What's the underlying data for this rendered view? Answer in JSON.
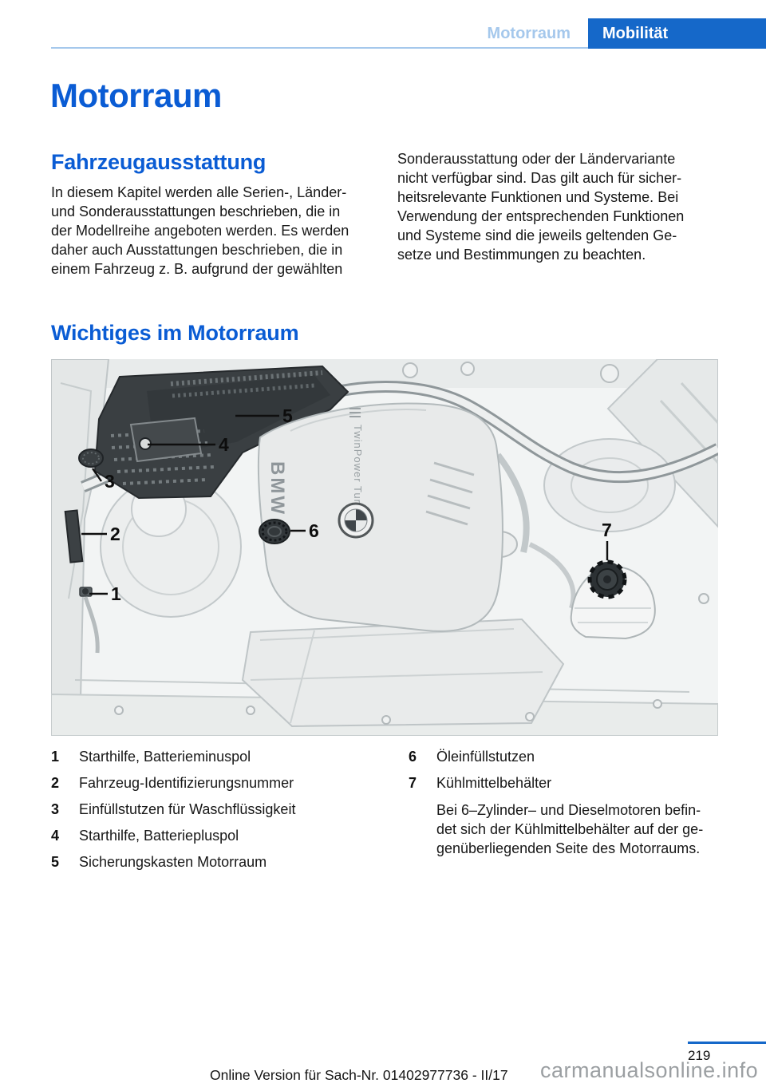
{
  "colors": {
    "accent_blue": "#1568c9",
    "heading_blue": "#0a5cd4",
    "light_blue": "#a5c8ec",
    "watermark_gray": "#9b9fa2"
  },
  "header": {
    "tab_inactive": "Motorraum",
    "tab_active": "Mobilität"
  },
  "title": "Motorraum",
  "equipment_section": {
    "heading": "Fahrzeugausstattung",
    "left_lines": [
      "In diesem Kapitel werden alle Serien-, Länder-",
      "und Sonderausstattungen beschrieben, die in",
      "der Modellreihe angeboten werden. Es werden",
      "daher auch Ausstattungen beschrieben, die in",
      "einem Fahrzeug z. B. aufgrund der gewählten"
    ],
    "right_lines": [
      "Sonderausstattung oder der Ländervariante",
      "nicht verfügbar sind. Das gilt auch für sicher-",
      "heitsrelevante Funktionen und Systeme. Bei",
      "Verwendung der entsprechenden Funktionen",
      "und Systeme sind die jeweils geltenden Ge-",
      "setze und Bestimmungen zu beachten."
    ]
  },
  "engine_section": {
    "heading": "Wichtiges im Motorraum",
    "figure": {
      "callouts": [
        "1",
        "2",
        "3",
        "4",
        "5",
        "6",
        "7"
      ],
      "engine_cover_brand": "BMW",
      "engine_cover_model": "TwinPower Turbo"
    },
    "legend_left": [
      {
        "num": "1",
        "label": "Starthilfe, Batterieminuspol"
      },
      {
        "num": "2",
        "label": "Fahrzeug-Identifizierungsnummer"
      },
      {
        "num": "3",
        "label": "Einfüllstutzen für Waschflüssigkeit"
      },
      {
        "num": "4",
        "label": "Starthilfe, Batteriepluspol"
      },
      {
        "num": "5",
        "label": "Sicherungskasten Motorraum"
      }
    ],
    "legend_right": [
      {
        "num": "6",
        "label": "Öleinfüllstutzen"
      },
      {
        "num": "7",
        "label": "Kühlmittelbehälter",
        "note_lines": [
          "Bei 6–Zylinder– und Dieselmotoren befin-",
          "det sich der Kühlmittelbehälter auf der ge-",
          "genüberliegenden Seite des Motorraums."
        ]
      }
    ]
  },
  "footer": {
    "page_number": "219",
    "version_text": "Online Version für Sach-Nr. 01402977736 - II/17",
    "watermark": "carmanualsonline.info"
  }
}
